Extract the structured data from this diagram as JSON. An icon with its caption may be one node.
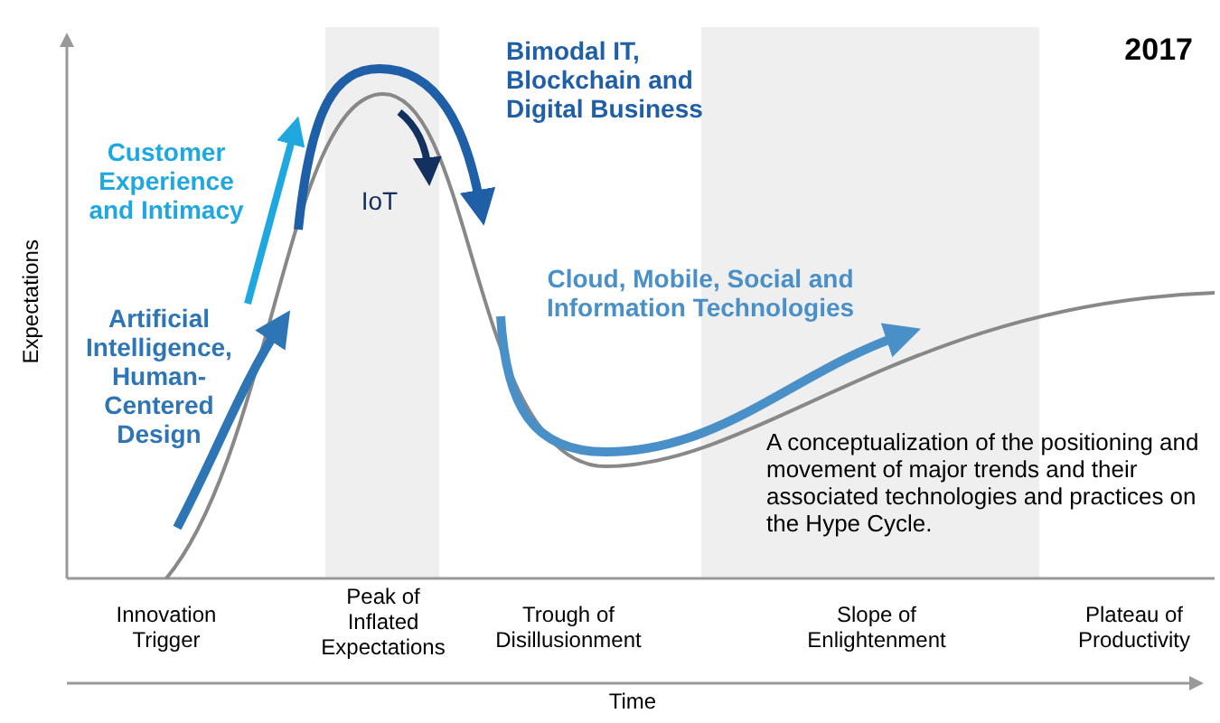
{
  "diagram": {
    "labels": [
      "2017",
      "Bimodal IT, Blockchain and Digital Business",
      "Customer Experience and Intimacy",
      "IoT",
      "Expectations",
      "Artificial Intelligence, Human-Centered Design",
      "Cloud, Mobile, Social and Information Technologies",
      "A conceptualization of the positioning and movement of major trends and their associated technologies and practices on the Hype Cycle.",
      "Innovation Trigger",
      "Peak of Inflated Expectations",
      "Trough of Disillusionment",
      "Slope of Enlightenment",
      "Plateau of Productivity",
      "Time"
    ]
  }
}
